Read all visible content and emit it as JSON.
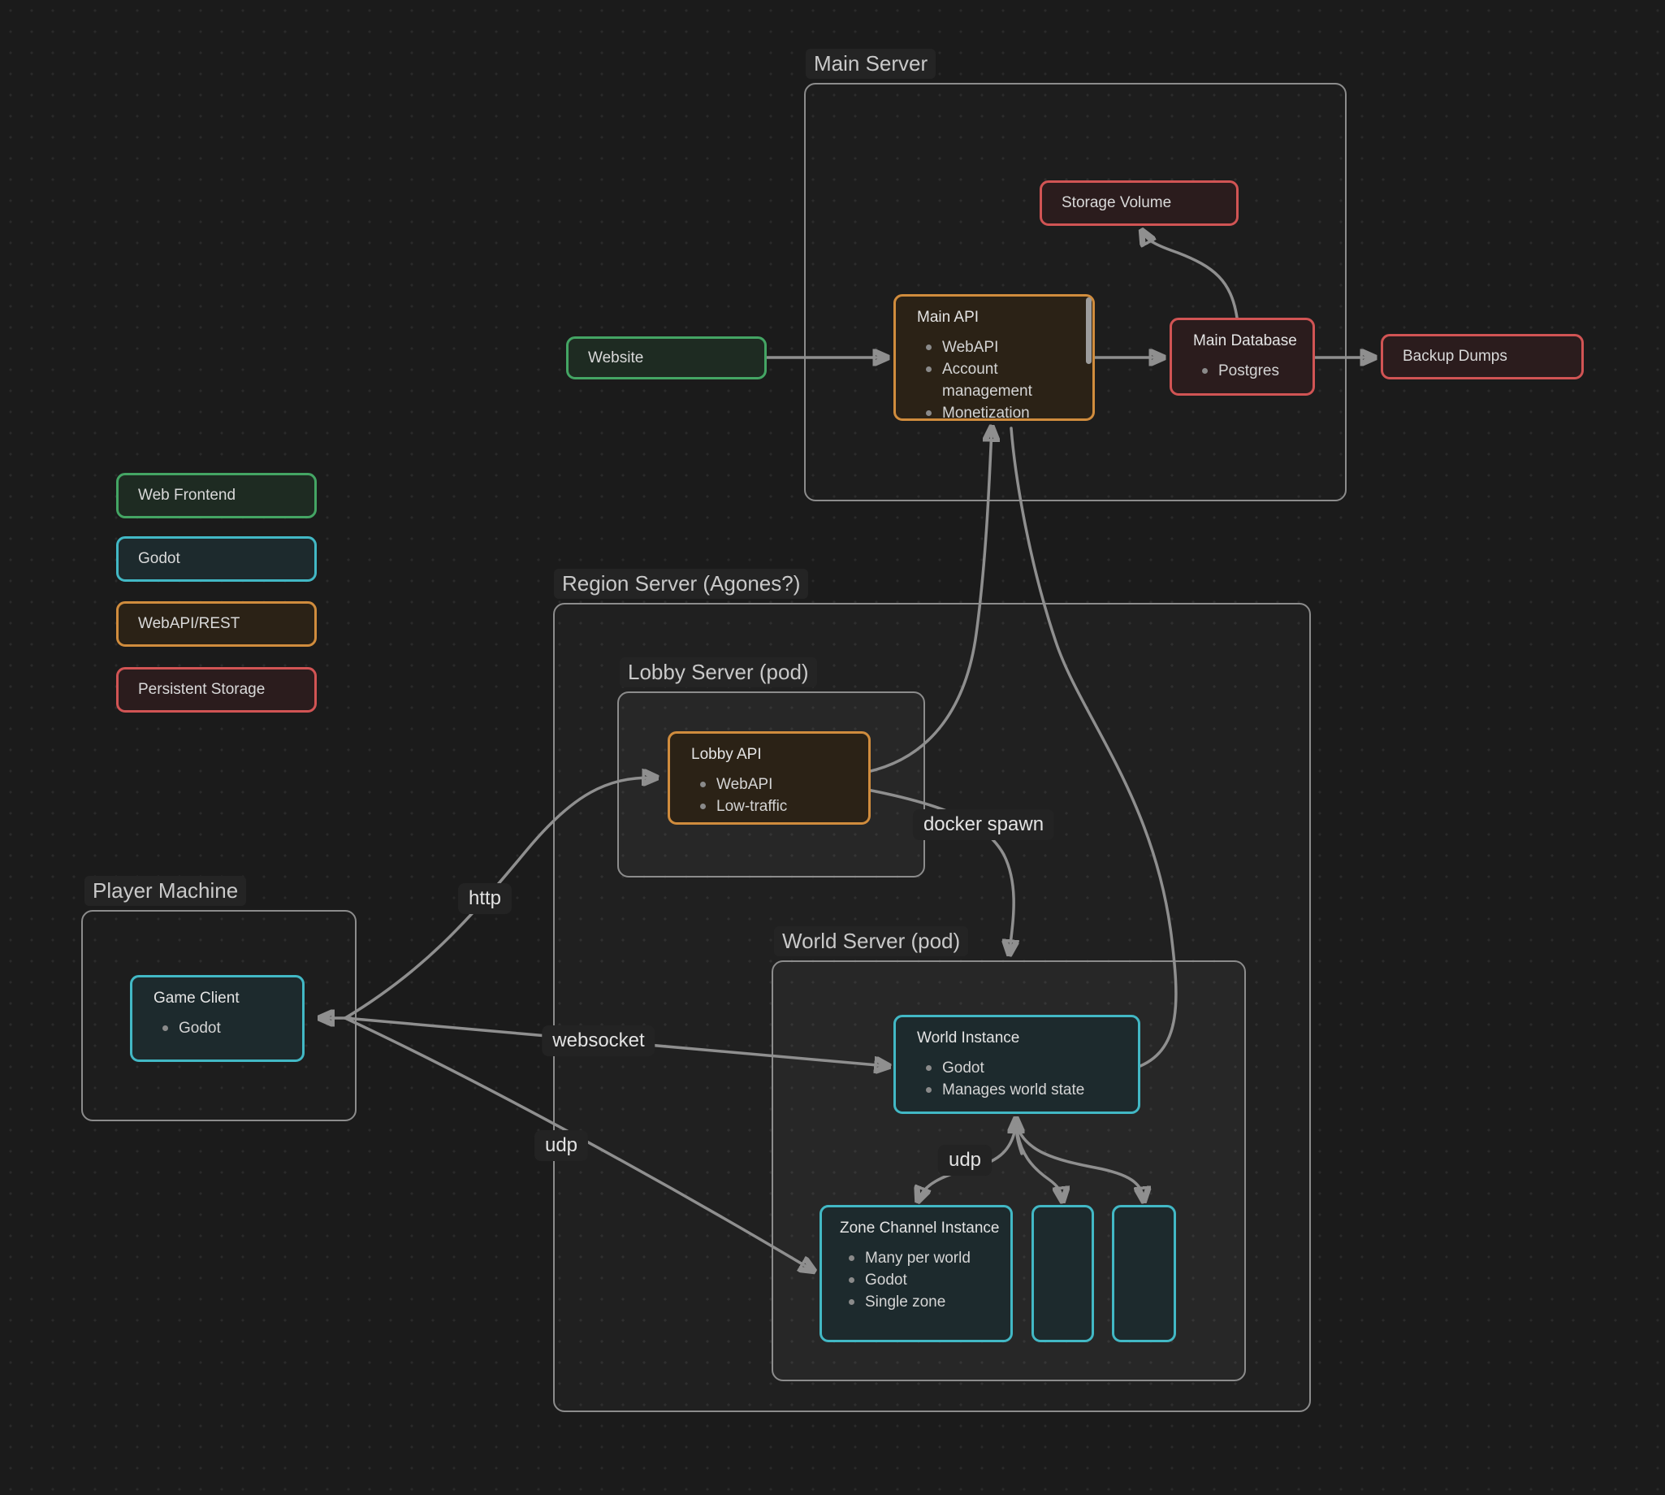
{
  "colors": {
    "background": "#1b1b1b",
    "container_border": "#8c8c8c",
    "arrow": "#8f8f8f",
    "green": "#44a564",
    "teal": "#42b8c5",
    "orange": "#d08c3d",
    "red": "#d15454"
  },
  "containers": {
    "main_server": {
      "label": "Main Server"
    },
    "region_server": {
      "label": "Region Server (Agones?)"
    },
    "lobby_server": {
      "label": "Lobby Server (pod)"
    },
    "world_server": {
      "label": "World Server (pod)"
    },
    "player_machine": {
      "label": "Player Machine"
    }
  },
  "nodes": {
    "website": {
      "label": "Website"
    },
    "main_api": {
      "title": "Main API",
      "bullets": [
        "WebAPI",
        "Account management",
        "Monetization"
      ]
    },
    "storage_volume": {
      "label": "Storage Volume"
    },
    "main_database": {
      "title": "Main Database",
      "bullets": [
        "Postgres"
      ]
    },
    "backup_dumps": {
      "label": "Backup Dumps"
    },
    "lobby_api": {
      "title": "Lobby API",
      "bullets": [
        "WebAPI",
        "Low-traffic"
      ]
    },
    "game_client": {
      "title": "Game Client",
      "bullets": [
        "Godot"
      ]
    },
    "world_instance": {
      "title": "World Instance",
      "bullets": [
        "Godot",
        "Manages world state"
      ]
    },
    "zone_channel": {
      "title": "Zone Channel Instance",
      "bullets": [
        "Many per world",
        "Godot",
        "Single zone"
      ]
    }
  },
  "legend": {
    "items": [
      {
        "label": "Web Frontend",
        "type": "green"
      },
      {
        "label": "Godot",
        "type": "teal"
      },
      {
        "label": "WebAPI/REST",
        "type": "orange"
      },
      {
        "label": "Persistent Storage",
        "type": "red"
      }
    ]
  },
  "edge_labels": {
    "http": "http",
    "websocket": "websocket",
    "udp_client": "udp",
    "docker_spawn": "docker spawn",
    "udp_world": "udp"
  }
}
